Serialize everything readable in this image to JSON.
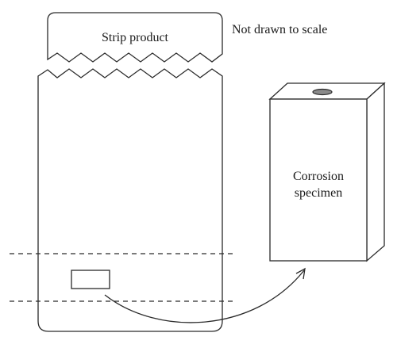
{
  "labels": {
    "strip_product": "Strip product",
    "note": "Not drawn to scale",
    "specimen_line1": "Corrosion",
    "specimen_line2": "specimen"
  },
  "colors": {
    "stroke": "#2a2a2a",
    "specimen_hole_fill": "#8a8a8a"
  }
}
